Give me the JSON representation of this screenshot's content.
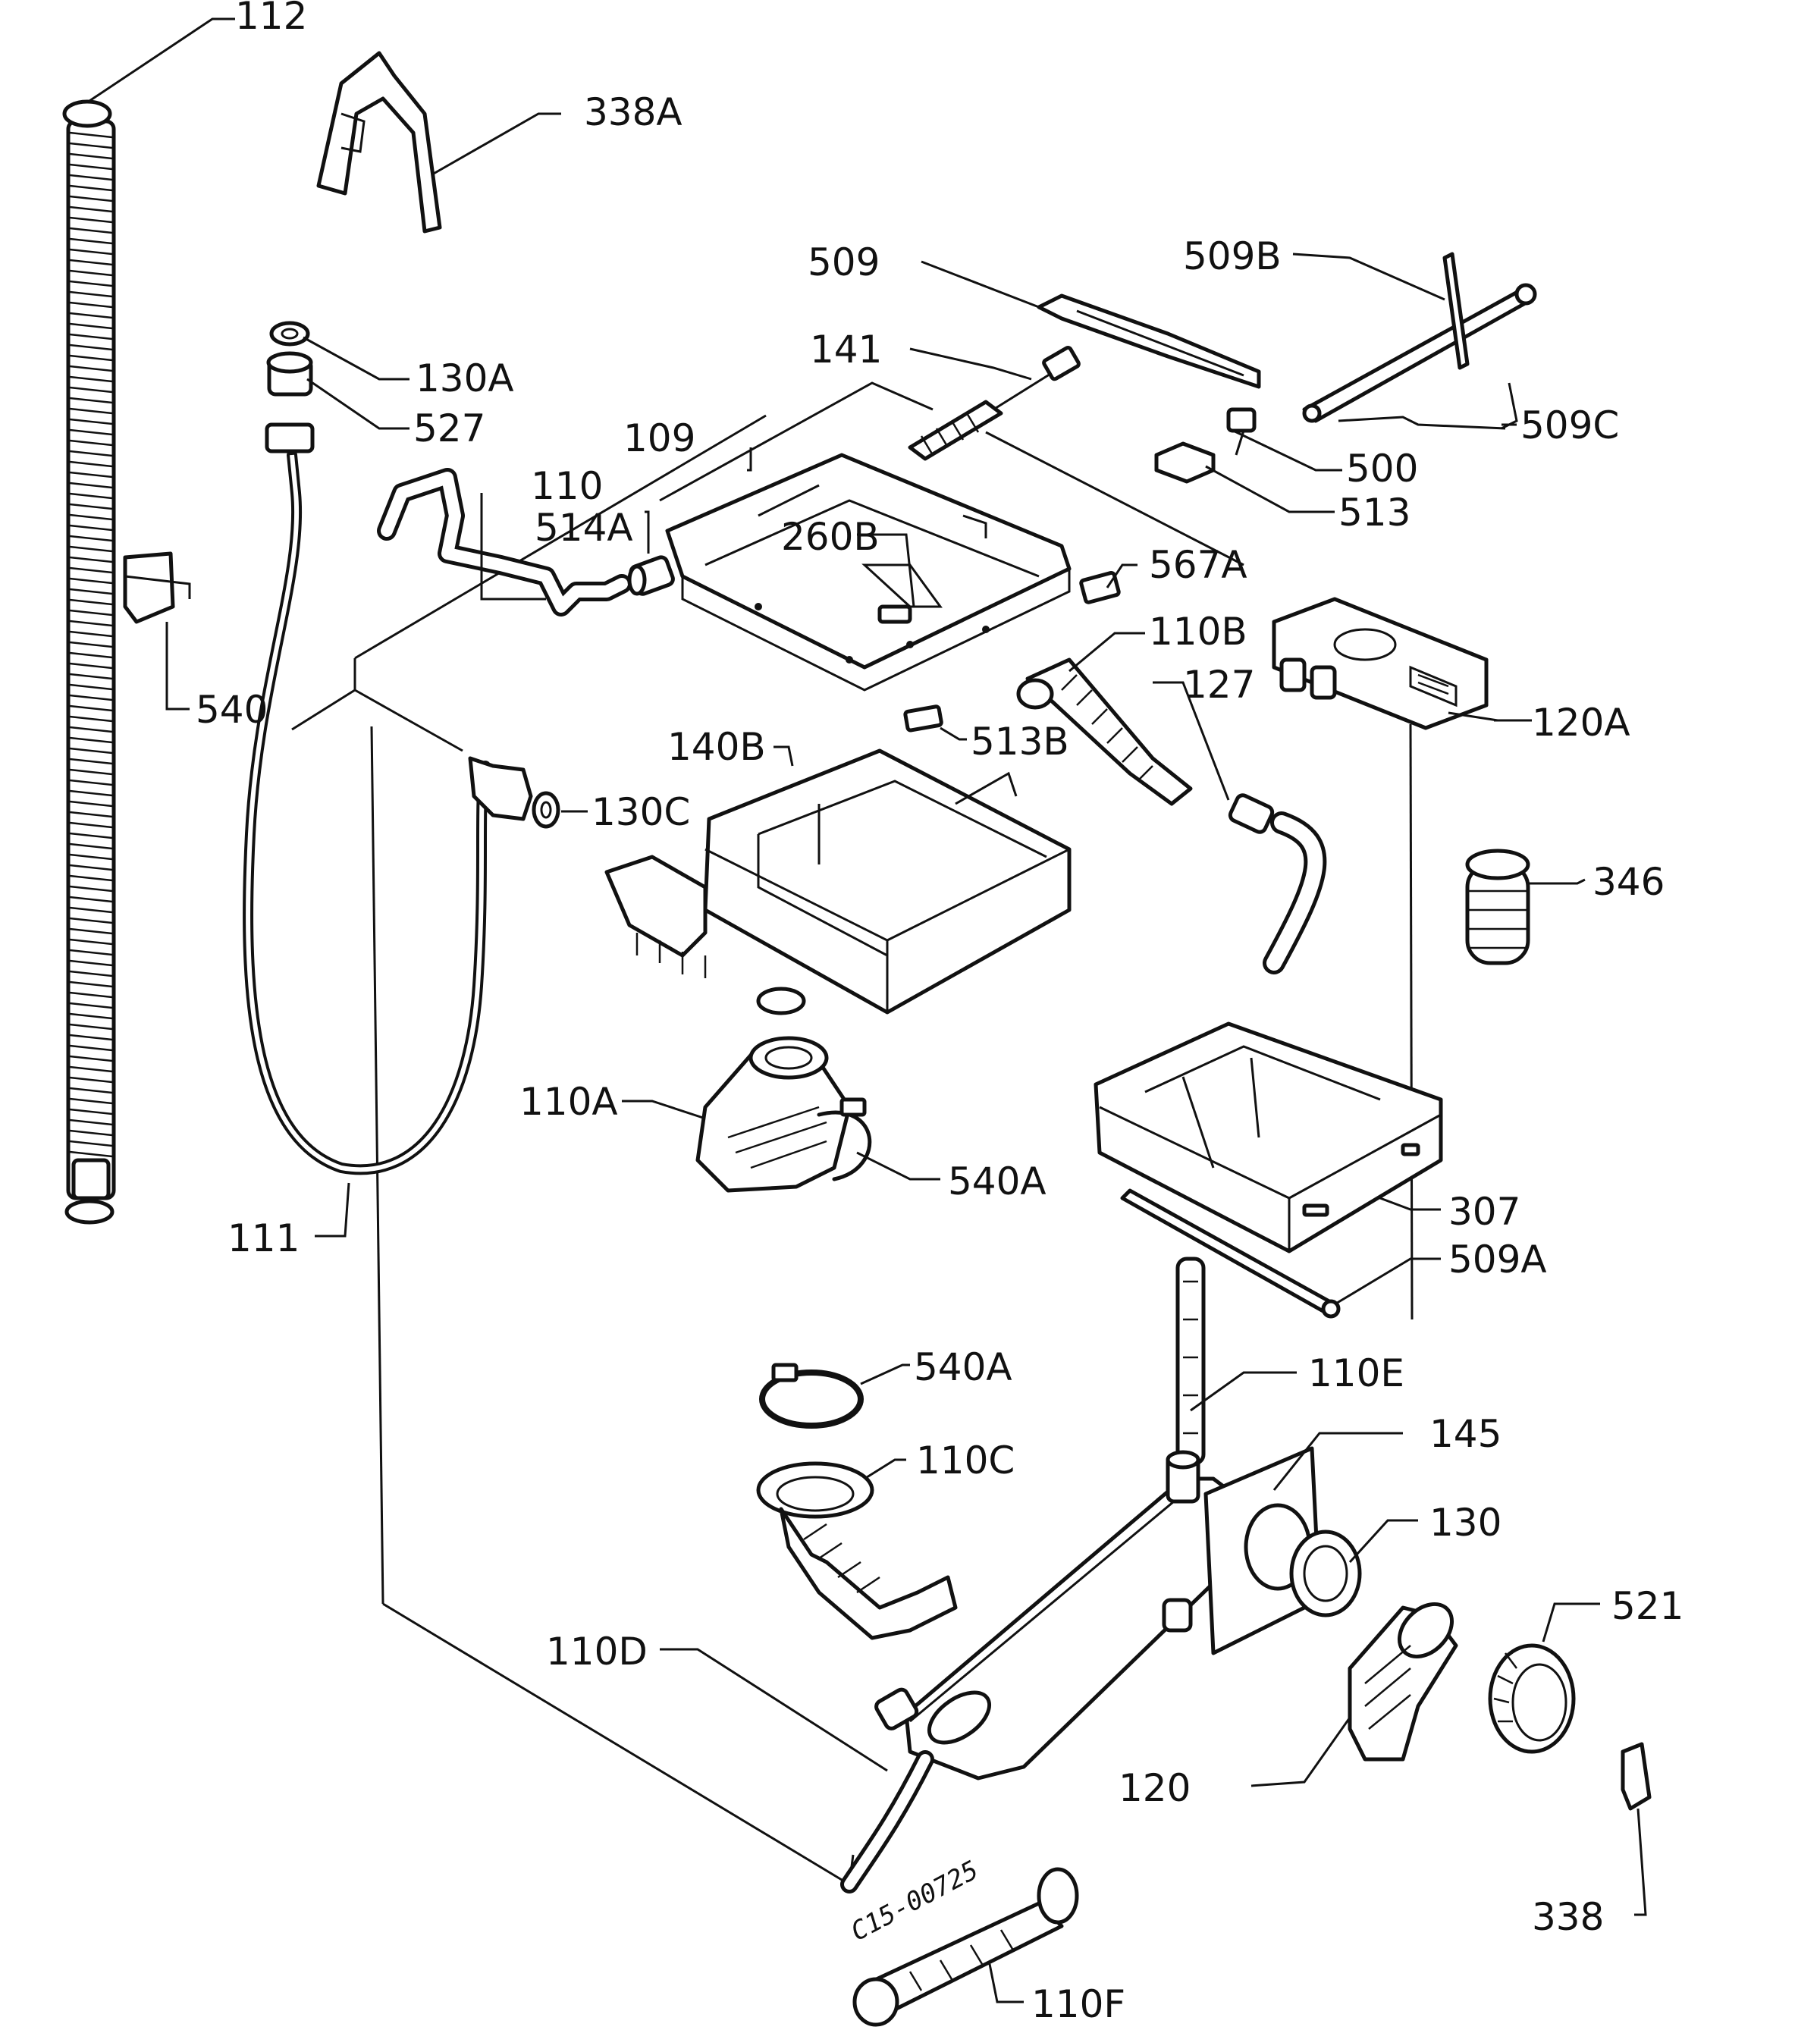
{
  "labels": [
    {
      "id": "112",
      "text": "112"
    },
    {
      "id": "338A",
      "text": "338A"
    },
    {
      "id": "509",
      "text": "509"
    },
    {
      "id": "509B",
      "text": "509B"
    },
    {
      "id": "141",
      "text": "141"
    },
    {
      "id": "130A",
      "text": "130A"
    },
    {
      "id": "527",
      "text": "527"
    },
    {
      "id": "109",
      "text": "109"
    },
    {
      "id": "509C",
      "text": "509C"
    },
    {
      "id": "500",
      "text": "500"
    },
    {
      "id": "110",
      "text": "110"
    },
    {
      "id": "513",
      "text": "513"
    },
    {
      "id": "514A",
      "text": "514A"
    },
    {
      "id": "260B",
      "text": "260B"
    },
    {
      "id": "567A",
      "text": "567A"
    },
    {
      "id": "110B",
      "text": "110B"
    },
    {
      "id": "127",
      "text": "127"
    },
    {
      "id": "540",
      "text": "540"
    },
    {
      "id": "120A",
      "text": "120A"
    },
    {
      "id": "140B",
      "text": "140B"
    },
    {
      "id": "513B",
      "text": "513B"
    },
    {
      "id": "130C",
      "text": "130C"
    },
    {
      "id": "346",
      "text": "346"
    },
    {
      "id": "110A",
      "text": "110A"
    },
    {
      "id": "540A-upper",
      "text": "540A"
    },
    {
      "id": "307",
      "text": "307"
    },
    {
      "id": "111",
      "text": "111"
    },
    {
      "id": "509A",
      "text": "509A"
    },
    {
      "id": "540A-lower",
      "text": "540A"
    },
    {
      "id": "110E",
      "text": "110E"
    },
    {
      "id": "145",
      "text": "145"
    },
    {
      "id": "110C",
      "text": "110C"
    },
    {
      "id": "130",
      "text": "130"
    },
    {
      "id": "521",
      "text": "521"
    },
    {
      "id": "110D",
      "text": "110D"
    },
    {
      "id": "120",
      "text": "120"
    },
    {
      "id": "338",
      "text": "338"
    },
    {
      "id": "110F",
      "text": "110F"
    }
  ],
  "drawing_reference": "C15-00725"
}
